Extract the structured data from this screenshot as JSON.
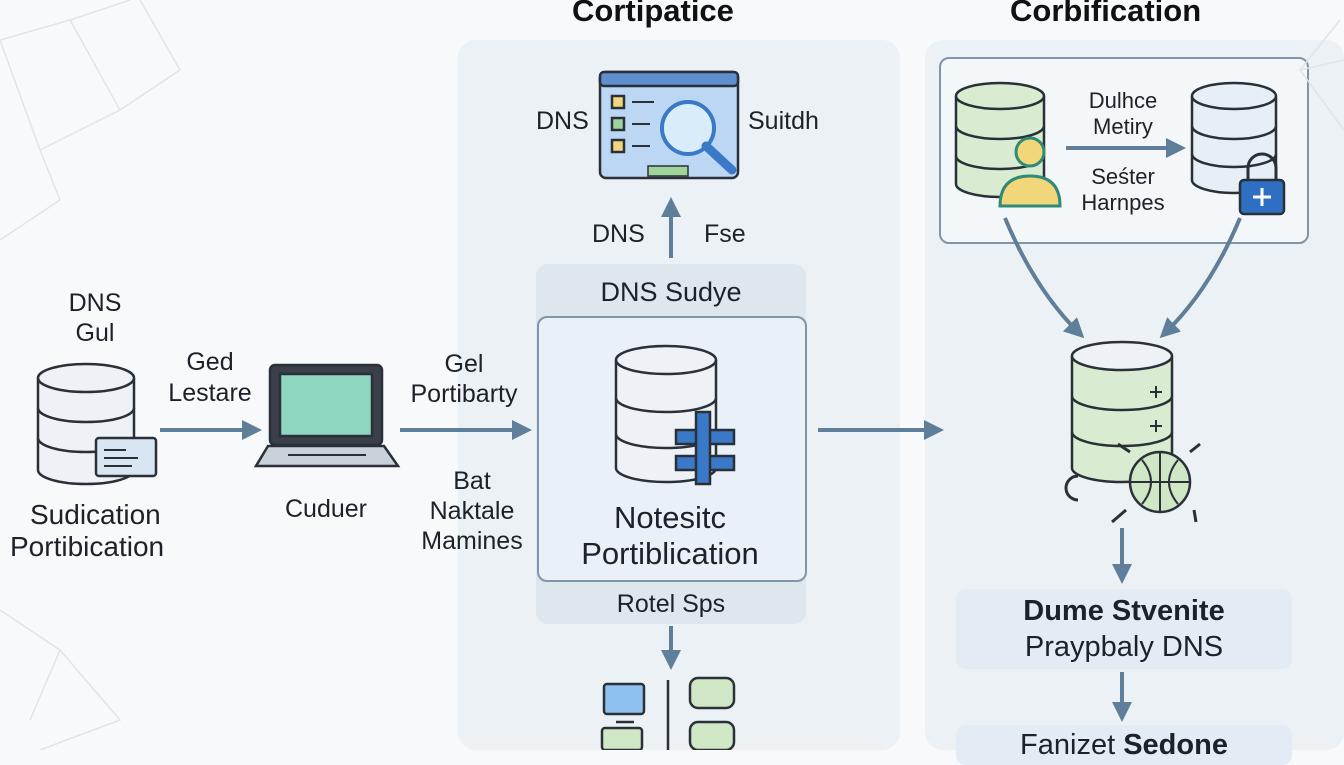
{
  "columns": {
    "middle_title": "Cortipatice",
    "right_title": "Corbification"
  },
  "left": {
    "db_label_line1": "DNS",
    "db_label_line2": "Gul",
    "caption_line1": "Sudication",
    "caption_line2": "Portibication",
    "arrow1_label_line1": "Ged",
    "arrow1_label_line2": "Lestare",
    "computer_label": "Cuduer",
    "arrow2_top_line1": "Gel",
    "arrow2_top_line2": "Portibarty",
    "arrow2_bottom_line1": "Bat",
    "arrow2_bottom_line2": "Naktale",
    "arrow2_bottom_line3": "Mamines"
  },
  "middle": {
    "dashboard_left_label": "DNS",
    "dashboard_right_label": "Suitdh",
    "arrow_left_label": "DNS",
    "arrow_right_label": "Fse",
    "group_title": "DNS Sudye",
    "center_line1": "Notesitc",
    "center_line2": "Portiblication",
    "group_footer": "Rotel Sps"
  },
  "right": {
    "top_label_line1": "Dulhce",
    "top_label_line2": "Metiry",
    "top_label_line3": "Seśter",
    "top_label_line4": "Harnpes",
    "result_line1": "Dume Stvenite",
    "result_line2": "Praypbaly DNS",
    "final_label_regular": "Fanizet",
    "final_label_bold": "Sedone"
  },
  "colors": {
    "arrow": "#5f7e99",
    "db_green": "#d9ecd2",
    "db_blue": "#e6eef6",
    "panel": "#ecf1f5",
    "accent_blue": "#2e6fc4",
    "accent_yellow": "#f2d77a"
  }
}
